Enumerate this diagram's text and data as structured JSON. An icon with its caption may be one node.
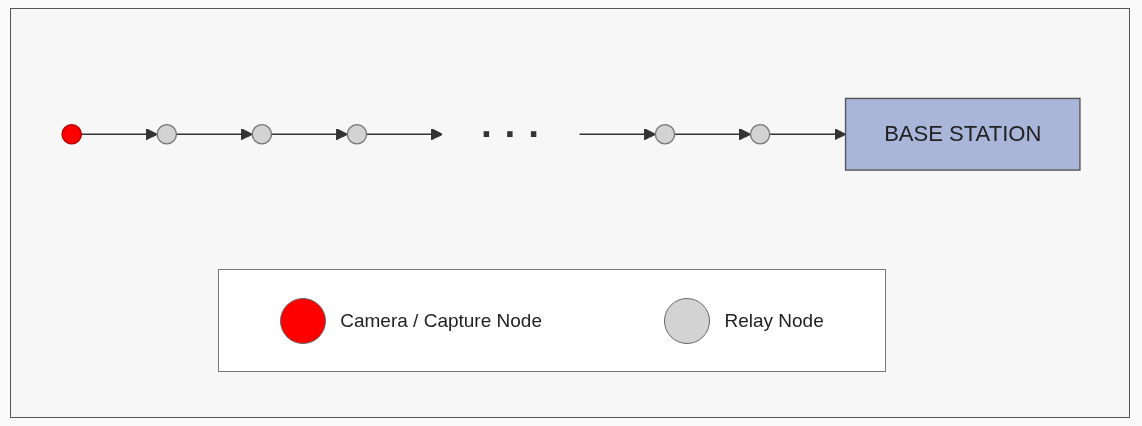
{
  "diagram": {
    "nodes": [
      {
        "text": [],
        "shape": "circle"
      },
      {
        "text": [],
        "shape": "circle"
      },
      {
        "text": [],
        "shape": "circle"
      },
      {
        "text": [],
        "shape": "circle"
      },
      {
        "text": [
          "· · ·"
        ]
      },
      {
        "text": [],
        "shape": "circle"
      },
      {
        "text": [],
        "shape": "circle"
      },
      {
        "text": [
          "BASE STATION"
        ]
      }
    ],
    "edges": [
      {
        "from": 0,
        "to": 1,
        "arrow": "to"
      },
      {
        "from": 1,
        "to": 2,
        "arrow": "to"
      },
      {
        "from": 2,
        "to": 3,
        "arrow": "to"
      },
      {
        "from": 3,
        "to": 4,
        "arrow": "to"
      },
      {
        "from": 4,
        "to": 5,
        "arrow": "to"
      },
      {
        "from": 5,
        "to": 6,
        "arrow": "to"
      },
      {
        "from": 6,
        "to": 7,
        "arrow": "to"
      }
    ],
    "legend": [
      {
        "text": "Camera / Capture Node",
        "color": "#ff0000"
      },
      {
        "text": "Relay Node",
        "color": "#d3d3d3"
      }
    ]
  }
}
